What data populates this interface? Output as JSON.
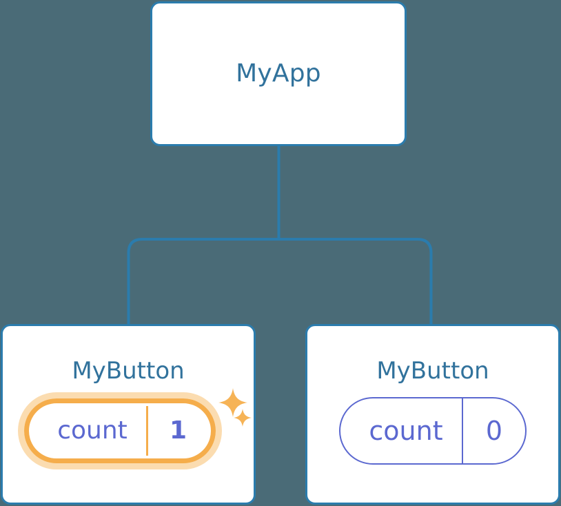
{
  "diagram": {
    "type": "component-tree",
    "background_color": "#4a6b77",
    "edge_color": "#2b7cad",
    "root": {
      "label": "MyApp"
    },
    "children": [
      {
        "label": "MyButton",
        "state": {
          "key": "count",
          "value": "1"
        },
        "highlighted": true,
        "highlight_color": "#f5ad4b",
        "glow_color": "#fbdcb0",
        "sparkles": [
          "sparkle-large",
          "sparkle-small"
        ]
      },
      {
        "label": "MyButton",
        "state": {
          "key": "count",
          "value": "0"
        },
        "highlighted": false,
        "border_color": "#5b68d0"
      }
    ],
    "colors": {
      "node_border": "#2b7cad",
      "node_fill": "#ffffff",
      "node_title": "#31729c",
      "state_text": "#5b68d0",
      "accent": "#f5ad4b"
    }
  }
}
